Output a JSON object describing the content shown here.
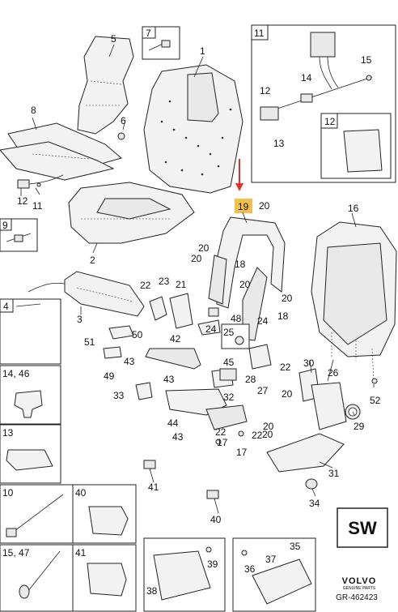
{
  "callouts": {
    "c1": "1",
    "c2": "2",
    "c3": "3",
    "c5": "5",
    "c6": "6",
    "c8": "8",
    "c11": "11",
    "c12a": "12",
    "c16": "16",
    "c17a": "17",
    "c17b": "17",
    "c18a": "18",
    "c18b": "18",
    "c19": "19",
    "c20a": "20",
    "c20b": "20",
    "c20c": "20",
    "c20d": "20",
    "c20e": "20",
    "c20f": "20",
    "c20g": "20",
    "c20h": "20",
    "c21": "21",
    "c22a": "22",
    "c22b": "22",
    "c22c": "22",
    "c22d": "22",
    "c23": "23",
    "c24a": "24",
    "c24b": "24",
    "c26": "26",
    "c27": "27",
    "c28": "28",
    "c29": "29",
    "c30": "30",
    "c31": "31",
    "c32": "32",
    "c33": "33",
    "c34": "34",
    "c40b": "40",
    "c41b": "41",
    "c42": "42",
    "c43a": "43",
    "c43b": "43",
    "c43c": "43",
    "c44": "44",
    "c45": "45",
    "c48": "48",
    "c49": "49",
    "c50": "50",
    "c51": "51",
    "c52": "52"
  },
  "inset_11": {
    "label": "11",
    "items": {
      "n12a": "12",
      "n13": "13",
      "n14": "14",
      "n15": "15",
      "n12b": "12"
    }
  },
  "boxes": {
    "b7": "7",
    "b9": "9",
    "b4": "4",
    "b14": "14, 46",
    "b13": "13",
    "b10": "10",
    "b40": "40",
    "b15": "15, 47",
    "b41": "41",
    "b38": "38",
    "b39": "39",
    "b35": "35",
    "b36": "36",
    "b37": "37",
    "b25": "25"
  },
  "marker_sw": "SW",
  "brand": {
    "name": "VOLVO",
    "sub": "GENUINE PARTS",
    "ref": "GR-462423"
  },
  "colors": {
    "highlight": "#f5c04a",
    "arrow": "#e0312b"
  }
}
